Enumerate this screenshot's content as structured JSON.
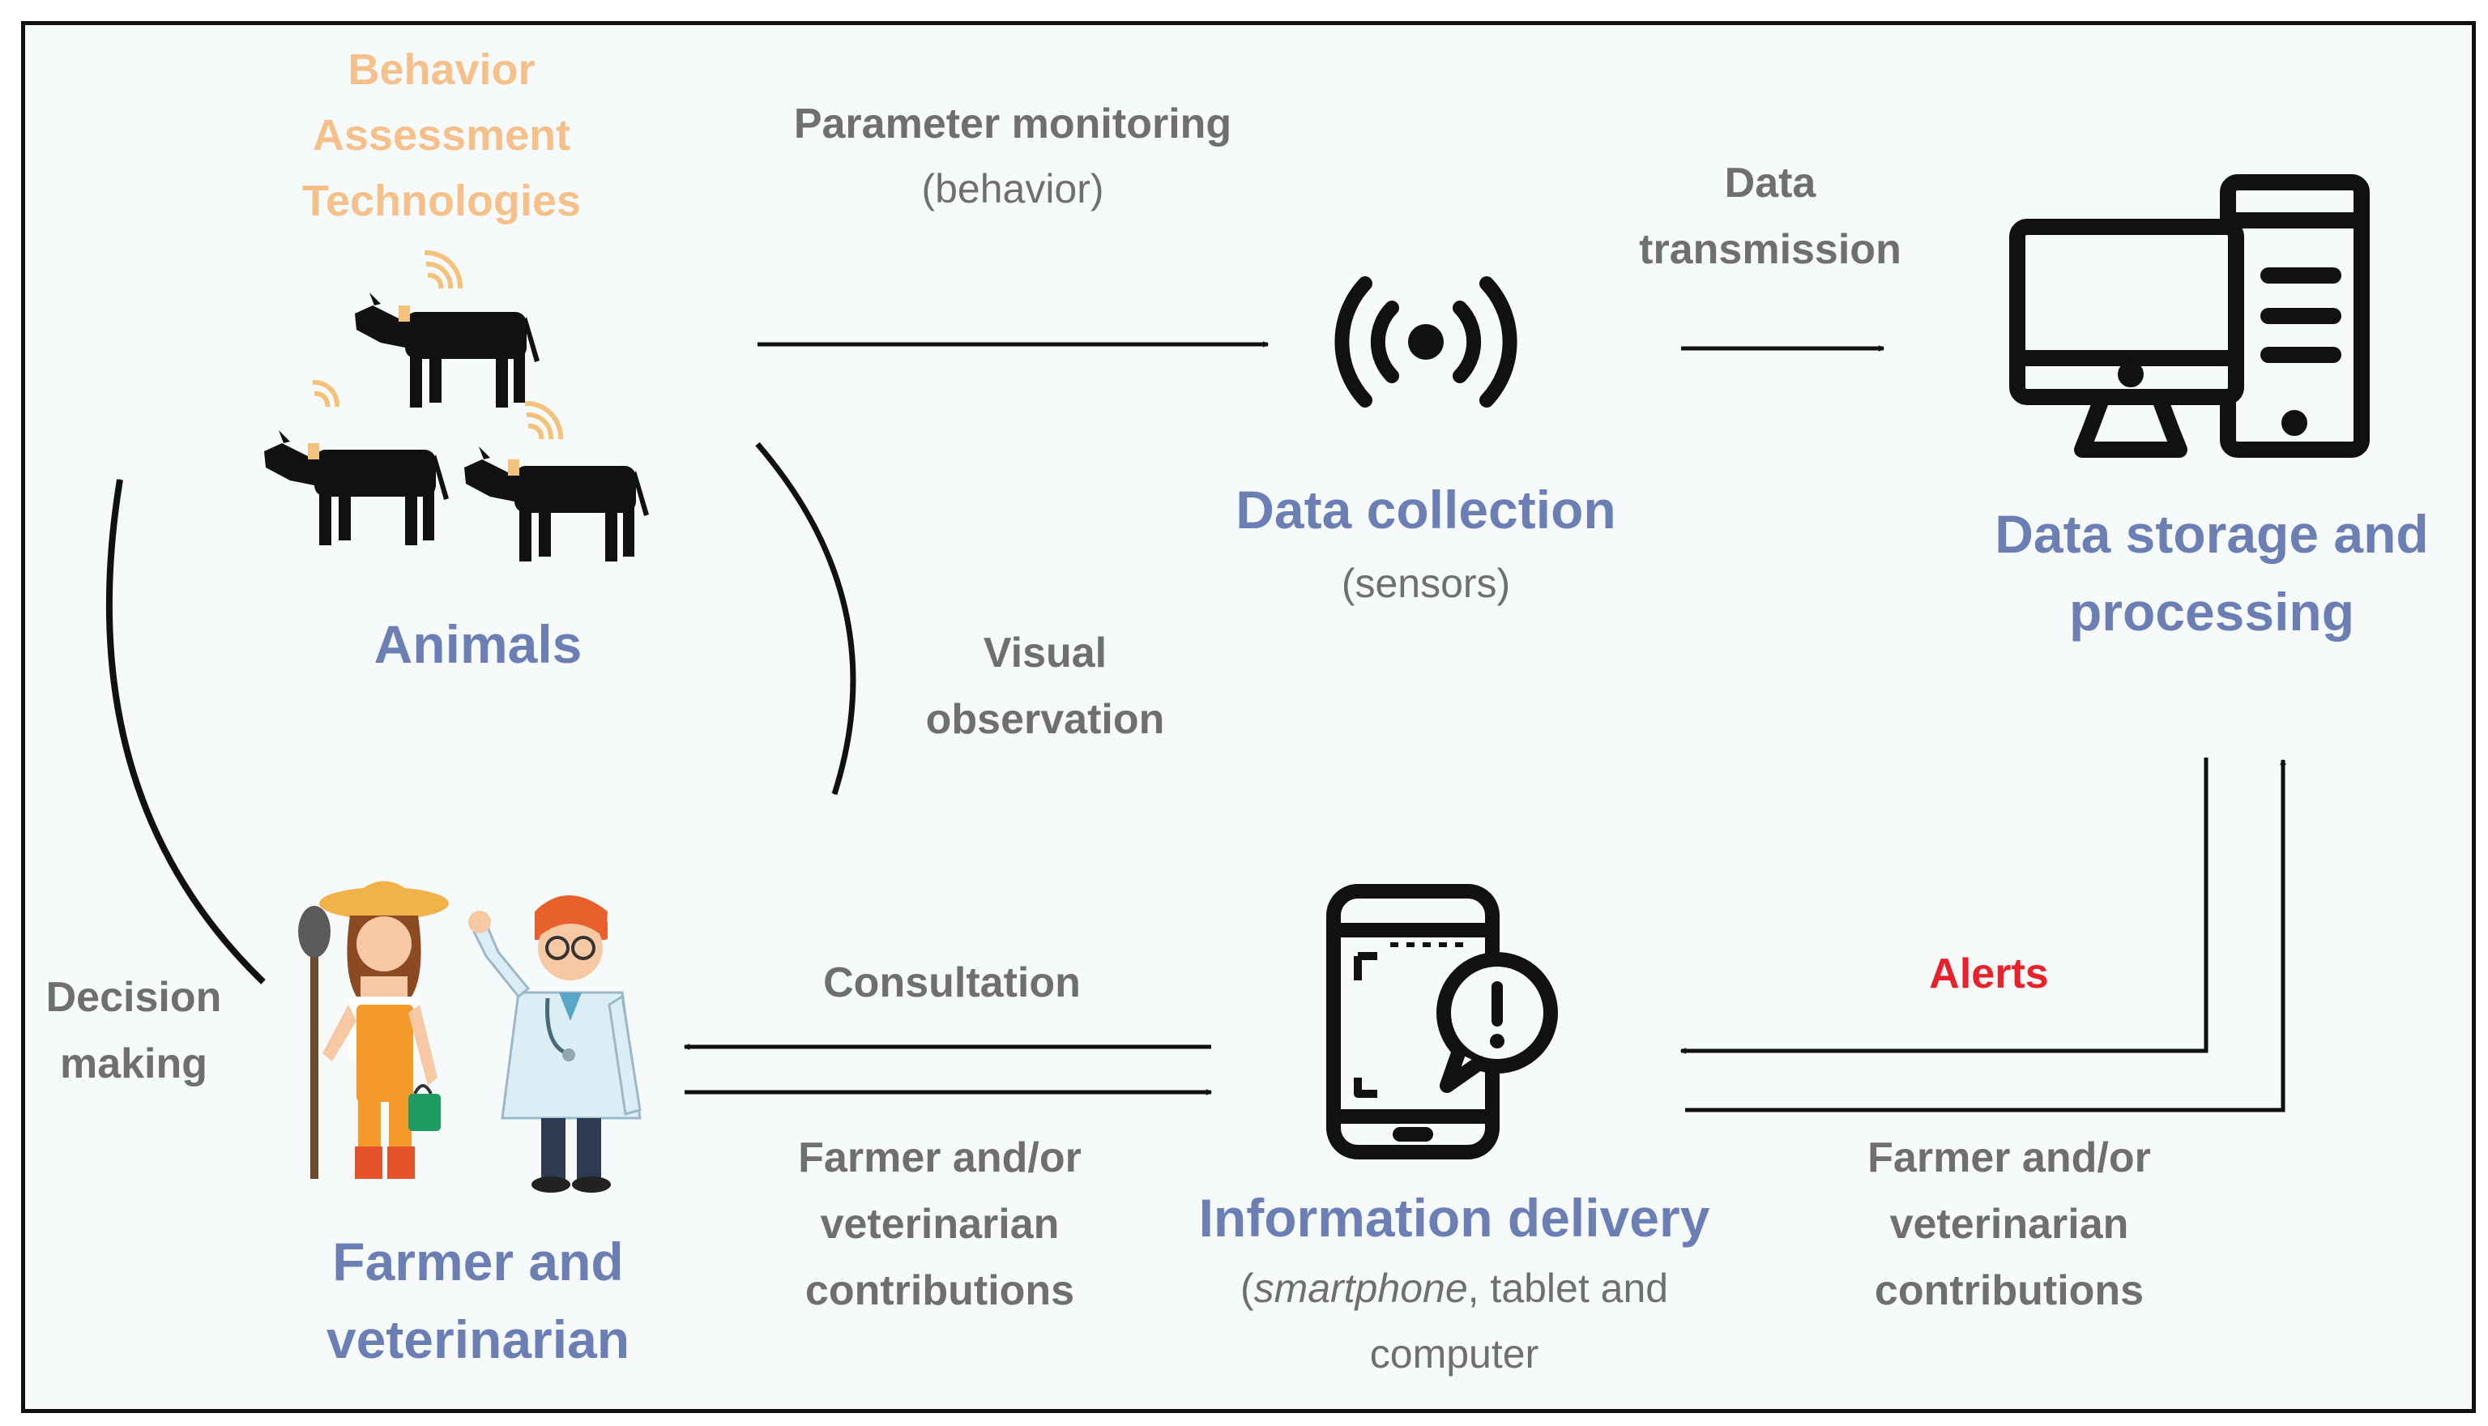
{
  "nodes": {
    "behavior_tech": [
      "Behavior",
      "Assessment",
      "Technologies"
    ],
    "animals": "Animals",
    "data_collection": {
      "title": "Data collection",
      "subtitle": "(sensors)"
    },
    "data_storage": [
      "Data storage and",
      "processing"
    ],
    "farmer_vet": [
      "Farmer and",
      "veterinarian"
    ],
    "info_delivery": {
      "title": "Information delivery",
      "sub_open": "(",
      "sub_italic": "smartphone",
      "sub_rest": ", tablet and",
      "sub_line2": "computer"
    }
  },
  "edges": {
    "parameter_monitoring": [
      "Parameter  monitoring",
      "(behavior)"
    ],
    "data_transmission": [
      "Data",
      "transmission"
    ],
    "visual_observation": [
      "Visual",
      "observation"
    ],
    "decision_making": [
      "Decision",
      "making"
    ],
    "consultation": "Consultation",
    "contrib_left": [
      "Farmer and/or",
      "veterinarian",
      "contributions"
    ],
    "alerts": "Alerts",
    "contrib_right": [
      "Farmer and/or",
      "veterinarian",
      "contributions"
    ]
  },
  "icons": [
    "cattle-with-tags-icon",
    "wireless-signal-icon",
    "computer-tower-icon",
    "farmer-icon",
    "veterinarian-icon",
    "smartphone-alert-icon"
  ],
  "colors": {
    "title": "#6b7fb4",
    "label": "#6f6f6f",
    "behavior_tech": "#f6c08a",
    "alerts": "#e8212a",
    "tag": "#f4c27a"
  }
}
